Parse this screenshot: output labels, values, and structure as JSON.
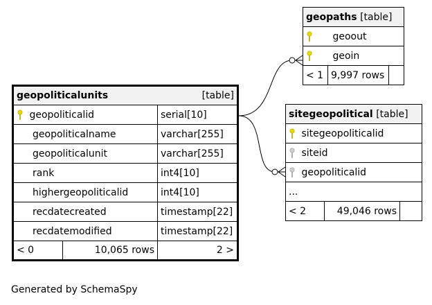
{
  "geopoliticalunits": {
    "name": "geopoliticalunits",
    "tag": "[table]",
    "columns": [
      {
        "name": "geopoliticalid",
        "type": "serial[10]",
        "key": "primary"
      },
      {
        "name": "geopoliticalname",
        "type": "varchar[255]",
        "key": "none"
      },
      {
        "name": "geopoliticalunit",
        "type": "varchar[255]",
        "key": "none"
      },
      {
        "name": "rank",
        "type": "int4[10]",
        "key": "none"
      },
      {
        "name": "highergeopoliticalid",
        "type": "int4[10]",
        "key": "none"
      },
      {
        "name": "recdatecreated",
        "type": "timestamp[22]",
        "key": "none"
      },
      {
        "name": "recdatemodified",
        "type": "timestamp[22]",
        "key": "none"
      }
    ],
    "footer": {
      "left": "< 0",
      "rows": "10,065 rows",
      "right": "2 >"
    }
  },
  "geopaths": {
    "name": "geopaths",
    "tag": "[table]",
    "columns": [
      {
        "name": "geoout",
        "key": "primary"
      },
      {
        "name": "geoin",
        "key": "primary"
      }
    ],
    "footer": {
      "left": "< 1",
      "rows": "9,997 rows",
      "right": ""
    }
  },
  "sitegeopolitical": {
    "name": "sitegeopolitical",
    "tag": "[table]",
    "columns": [
      {
        "name": "sitegeopoliticalid",
        "key": "primary"
      },
      {
        "name": "siteid",
        "key": "foreign"
      },
      {
        "name": "geopoliticalid",
        "key": "foreign"
      }
    ],
    "more": "...",
    "footer": {
      "left": "< 2",
      "rows": "49,046 rows",
      "right": ""
    }
  },
  "colors": {
    "primary_key": "#e6d800",
    "foreign_key": "#b8b8b8",
    "header_bg": "#f2f2f2"
  },
  "footer_text": "Generated by SchemaSpy"
}
